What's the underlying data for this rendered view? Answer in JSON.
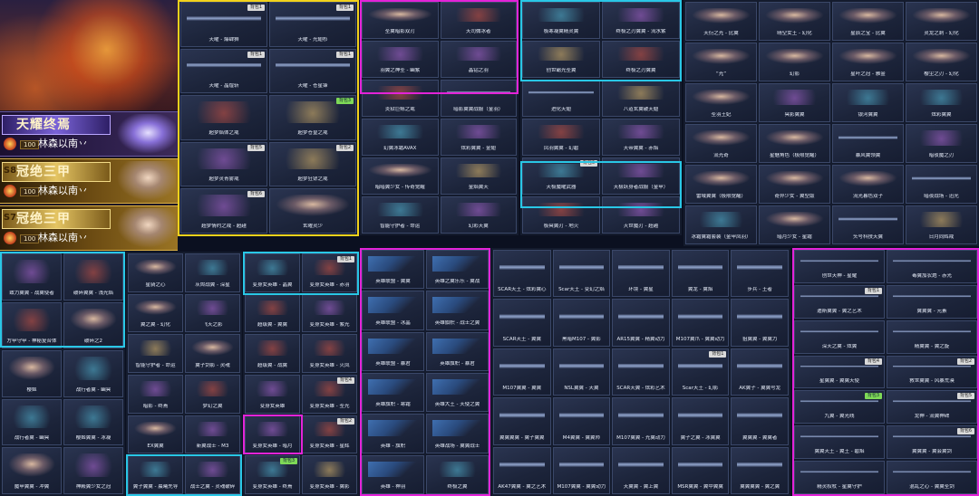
{
  "promo": {
    "ranks": [
      {
        "title": "天耀终焉",
        "seal": "",
        "level": "100",
        "player": "林森以南丷",
        "theme": "purple"
      },
      {
        "title": "冠绝三甲",
        "seal": "S8",
        "level": "100",
        "player": "林森以南丷",
        "theme": "gold"
      },
      {
        "title": "冠绝三甲",
        "seal": "S7",
        "level": "100",
        "player": "林森以南丷",
        "theme": "gold"
      }
    ]
  },
  "panelA": {
    "items": [
      {
        "name": "天曜 - 爆肆狮",
        "badge": "背包1",
        "style": "gun"
      },
      {
        "name": "天曜 - 光翅杉",
        "badge": "背包1",
        "style": "gun"
      },
      {
        "name": "天曜 - 晶煌斩",
        "badge": "背包1",
        "style": "gun"
      },
      {
        "name": "天曜 - 苍星锋",
        "badge": "背包1",
        "style": "gun"
      },
      {
        "name": "超梦焰体之戒",
        "badge": "",
        "style": "red"
      },
      {
        "name": "超梦苍皇之戒",
        "badge": "背包3",
        "style": "gold"
      },
      {
        "name": "超梦灵青雾戒",
        "badge": "背包5",
        "style": "purple"
      },
      {
        "name": "超梦狂铩之戒",
        "badge": "背包2",
        "style": "gold"
      },
      {
        "name": "超梦情约之戒 - 超越",
        "badge": "背包6",
        "style": "purple"
      },
      {
        "name": "玄曜灵少",
        "badge": "",
        "style": "portrait"
      }
    ]
  },
  "panelB": {
    "items": [
      {
        "name": "圣翼暗影双刃",
        "badge": "",
        "style": "portrait"
      },
      {
        "name": "天司微冰者",
        "badge": "",
        "style": "red"
      },
      {
        "name": "羽翼之神圣 - 幽紫",
        "badge": "",
        "style": "purple"
      },
      {
        "name": "晶钻之羽",
        "badge": "",
        "style": "purple"
      },
      {
        "name": "炎狱巨鲸之戒",
        "badge": "",
        "style": "red"
      },
      {
        "name": "暗影翼翼战服（金羽）",
        "badge": "",
        "style": "gun"
      },
      {
        "name": "幻翼冰霜AVAX",
        "badge": "",
        "style": "cyan"
      },
      {
        "name": "炫彩翼翼 - 金翅",
        "badge": "",
        "style": "purple"
      },
      {
        "name": "暗暗翼少女 - 传奇觉醒",
        "badge": "",
        "style": "portrait"
      },
      {
        "name": "金焰翼天",
        "badge": "",
        "style": "gold"
      },
      {
        "name": "智能守护者 - 命运",
        "badge": "",
        "style": "cyan"
      },
      {
        "name": "幻彩天翼",
        "badge": "",
        "style": "purple"
      }
    ]
  },
  "panelC": {
    "items": [
      {
        "name": "极寒凝翼精灵翼",
        "badge": "",
        "style": "cyan"
      },
      {
        "name": "终极之刃翼翼 - 流水紫",
        "badge": "",
        "style": "purple"
      },
      {
        "name": "创世霸光圣翼",
        "badge": "",
        "style": "gold"
      },
      {
        "name": "终极之刃翼翼",
        "badge": "",
        "style": "red"
      },
      {
        "name": "进化天翅",
        "badge": "",
        "style": "gun"
      },
      {
        "name": "八道玄翼破天翅",
        "badge": "",
        "style": "gold"
      },
      {
        "name": "凤羽翼翼 - 幻碧",
        "badge": "",
        "style": "red"
      },
      {
        "name": "天帝翼翼 - 赤焰",
        "badge": "",
        "style": "purple"
      },
      {
        "name": "天极魔曜武器",
        "badge": "背包6",
        "style": "cyan"
      },
      {
        "name": "天极跃身者战服（金甲）",
        "badge": "",
        "style": "purple"
      },
      {
        "name": "极冥翼刃 - 地火",
        "badge": "",
        "style": "red"
      },
      {
        "name": "灭世魔刃 - 超越",
        "badge": "",
        "style": "purple"
      }
    ]
  },
  "panelD": {
    "items": [
      {
        "name": "天衍之光 - 比翼",
        "badge": "",
        "style": "portrait"
      },
      {
        "name": "晴空女王 - 幻化",
        "badge": "",
        "style": "portrait"
      },
      {
        "name": "星辰之宝 - 比翼",
        "badge": "",
        "style": "portrait"
      },
      {
        "name": "灵龙之刺 - 幻化",
        "badge": "",
        "style": "portrait"
      },
      {
        "name": "“光”",
        "badge": "",
        "style": "portrait"
      },
      {
        "name": "幻影",
        "badge": "",
        "style": "portrait"
      },
      {
        "name": "星叶之冠 - 雅金",
        "badge": "",
        "style": "portrait"
      },
      {
        "name": "樱尘之刃 - 幻化",
        "badge": "",
        "style": "portrait"
      },
      {
        "name": "圣羽王妃",
        "badge": "",
        "style": "portrait"
      },
      {
        "name": "冥影翼翼",
        "badge": "",
        "style": "purple"
      },
      {
        "name": "银河翼翼",
        "badge": "",
        "style": "cyan"
      },
      {
        "name": "炫彩翼翼",
        "badge": "",
        "style": "cyan"
      },
      {
        "name": "流光奇",
        "badge": "",
        "style": "portrait"
      },
      {
        "name": "星魅角色（极限觉醒）",
        "badge": "",
        "style": "portrait"
      },
      {
        "name": "暴风翼领翼",
        "badge": "",
        "style": "gun"
      },
      {
        "name": "暗夜魔之刃",
        "badge": "",
        "style": "purple"
      },
      {
        "name": "雷域翼翼（极限觉醒）",
        "badge": "",
        "style": "portrait"
      },
      {
        "name": "奇异少女 - 翼型版",
        "badge": "",
        "style": "portrait"
      },
      {
        "name": "流光暮色双子",
        "badge": "",
        "style": "portrait"
      },
      {
        "name": "暗夜战场 - 迅光",
        "badge": "",
        "style": "gun"
      },
      {
        "name": "冰霜翼霜套装（金甲凤羽）",
        "badge": "",
        "style": "cyan"
      },
      {
        "name": "暗月少女 - 星霜",
        "badge": "",
        "style": "portrait"
      },
      {
        "name": "头号科技天翼",
        "badge": "",
        "style": "gun"
      },
      {
        "name": "日月同辉戒",
        "badge": "",
        "style": "gold"
      }
    ]
  },
  "panelE": {
    "items": [
      {
        "name": "致力翼翼 - 战翼使者",
        "badge": "",
        "style": "purple"
      },
      {
        "name": "破碎翼翼 - 浅光焰",
        "badge": "",
        "style": "red"
      },
      {
        "name": "方甲守甲 - 神秘复合体",
        "badge": "",
        "style": "red"
      },
      {
        "name": "破碎之2",
        "badge": "",
        "style": "portrait"
      },
      {
        "name": "樱姬",
        "badge": "",
        "style": "portrait"
      },
      {
        "name": "战行者翼 - 幽冥",
        "badge": "",
        "style": "cyan"
      },
      {
        "name": "战行者翼 - 幽冥",
        "badge": "",
        "style": "cyan"
      },
      {
        "name": "樱姬翼翼 - 冰凝",
        "badge": "",
        "style": "cyan"
      },
      {
        "name": "魔甲翼翼 - 冲翼",
        "badge": "",
        "style": "portrait"
      },
      {
        "name": "神殿翼少女之冠",
        "badge": "",
        "style": "purple"
      }
    ]
  },
  "panelF": {
    "items": [
      {
        "name": "星骑之心",
        "badge": "",
        "style": "portrait"
      },
      {
        "name": "灰烬战翼 - 深星",
        "badge": "",
        "style": "cyan"
      },
      {
        "name": "翼之翼 - 幻化",
        "badge": "",
        "style": "portrait"
      },
      {
        "name": "飞天之影",
        "badge": "",
        "style": "purple"
      },
      {
        "name": "智能守护者 - 命运",
        "badge": "",
        "style": "gold"
      },
      {
        "name": "翼子剑影 - 灵魂",
        "badge": "",
        "style": "portrait"
      },
      {
        "name": "暗影 - 终焉",
        "badge": "",
        "style": "purple"
      },
      {
        "name": "梦幻之翼",
        "badge": "",
        "style": "red"
      },
      {
        "name": "EX翼翼",
        "badge": "",
        "style": "portrait"
      },
      {
        "name": "新翼战士 - M3",
        "badge": "",
        "style": "purple"
      },
      {
        "name": "翼子翼翼 - 晨曦先导",
        "badge": "",
        "style": "cyan"
      },
      {
        "name": "战士之翼 - 灵魂破碎",
        "badge": "",
        "style": "purple"
      }
    ]
  },
  "panelG": {
    "items": [
      {
        "name": "变身女英雄 - 晶翼",
        "badge": "",
        "style": "cyan"
      },
      {
        "name": "变身女英雄 - 赤羽",
        "badge": "背包1",
        "style": "red"
      },
      {
        "name": "超级翼 - 翼翼",
        "badge": "",
        "style": "red"
      },
      {
        "name": "变身女英雄 - 紫光",
        "badge": "",
        "style": "purple"
      },
      {
        "name": "超级翼 - 战翼",
        "badge": "",
        "style": "red"
      },
      {
        "name": "变身女英雄 - 火凤",
        "badge": "",
        "style": "red"
      },
      {
        "name": "变身女英雄",
        "badge": "",
        "style": "purple"
      },
      {
        "name": "变身女英雄 - 圣光",
        "badge": "背包4",
        "style": "red"
      },
      {
        "name": "变身女英雄 - 暗月",
        "badge": "",
        "style": "purple"
      },
      {
        "name": "变身女英雄 - 星辉",
        "badge": "背包2",
        "style": "red"
      },
      {
        "name": "变身女英雄 - 终焉",
        "badge": "背包3",
        "style": "cyan"
      },
      {
        "name": "变身女英雄 - 翼影",
        "badge": "",
        "style": "gold"
      }
    ]
  },
  "panelH": {
    "items": [
      {
        "name": "英雄联盟 - 翼翼",
        "badge": "",
        "style": "hero"
      },
      {
        "name": "英雄之翼乐乐 - 翼战",
        "badge": "",
        "style": "hero"
      },
      {
        "name": "英雄联盟 - 冰晶",
        "badge": "",
        "style": "hero"
      },
      {
        "name": "英雄旗帜 - 战士之翼",
        "badge": "",
        "style": "hero"
      },
      {
        "name": "英雄联盟 - 暴君",
        "badge": "",
        "style": "hero"
      },
      {
        "name": "英雄旗帜 - 暴君",
        "badge": "",
        "style": "hero"
      },
      {
        "name": "英雄旗帜 - 寒霜",
        "badge": "",
        "style": "hero"
      },
      {
        "name": "英雄大王 - 天使之翼",
        "badge": "",
        "style": "hero"
      },
      {
        "name": "英雄 - 旗帜",
        "badge": "",
        "style": "hero"
      },
      {
        "name": "英雄战场 - 翼翼战士",
        "badge": "",
        "style": "hero"
      },
      {
        "name": "英雄 - 神羽",
        "badge": "",
        "style": "hero"
      },
      {
        "name": "终极之翼",
        "badge": "",
        "style": "cyan"
      }
    ]
  },
  "panelI": {
    "items": [
      {
        "name": "SCAR天王 - 炫彩翼心",
        "badge": "",
        "style": "gun"
      },
      {
        "name": "Scar天王 - 变幻之焰",
        "badge": "",
        "style": "gun"
      },
      {
        "name": "环境 - 翼星",
        "badge": "",
        "style": "gun"
      },
      {
        "name": "翼龙 - 翼焰",
        "badge": "",
        "style": "gun"
      },
      {
        "name": "步兵 - 王者",
        "badge": "",
        "style": "gun"
      },
      {
        "name": "SCAR天王 - 翼翼",
        "badge": "",
        "style": "gun"
      },
      {
        "name": "黑暗M107 - 翼影",
        "badge": "",
        "style": "gun"
      },
      {
        "name": "AR15翼翼 - 精翼动力",
        "badge": "",
        "style": "gun"
      },
      {
        "name": "M107翼爪 - 翼翼动力",
        "badge": "",
        "style": "gun"
      },
      {
        "name": "狙翼翼 - 翼翼力",
        "badge": "",
        "style": "gun"
      },
      {
        "name": "M107翼翼 - 翼翼",
        "badge": "",
        "style": "gun"
      },
      {
        "name": "NSL翼翼 - 天翼",
        "badge": "",
        "style": "gun"
      },
      {
        "name": "SCAR天翼 - 炫彩艺术",
        "badge": "",
        "style": "gun"
      },
      {
        "name": "Scar天王 - 幻影",
        "badge": "背包1",
        "style": "gun"
      },
      {
        "name": "AK翼子 - 翼翼号龙",
        "badge": "",
        "style": "gun"
      },
      {
        "name": "翼翼翼翼 - 翼子翼翼",
        "badge": "",
        "style": "gun"
      },
      {
        "name": "M4翼翼 - 翼翼师",
        "badge": "",
        "style": "gun"
      },
      {
        "name": "M107翼翼 - 光翼动力",
        "badge": "",
        "style": "gun"
      },
      {
        "name": "翼子之翼 - 冰翼翼",
        "badge": "",
        "style": "gun"
      },
      {
        "name": "翼翼翼 - 翼翼者",
        "badge": "",
        "style": "gun"
      },
      {
        "name": "AK47翼翼 - 翼之艺术",
        "badge": "",
        "style": "gun"
      },
      {
        "name": "M107翼翼 - 翼翼动力",
        "badge": "",
        "style": "gun"
      },
      {
        "name": "天翼翼 - 翼上翼",
        "badge": "",
        "style": "gun"
      },
      {
        "name": "MSR翼翼 - 翼中翼翼",
        "badge": "",
        "style": "gun"
      },
      {
        "name": "翼翼翼翼 - 翼之翼",
        "badge": "",
        "style": "gun"
      }
    ]
  },
  "panelJ": {
    "items": [
      {
        "name": "创世天神 - 星耀",
        "badge": "",
        "style": "gun"
      },
      {
        "name": "毒翼加农炮 - 赤光",
        "badge": "",
        "style": "gun"
      },
      {
        "name": "迪斯翼翼 - 翼之艺术",
        "badge": "背包1",
        "style": "gun"
      },
      {
        "name": "翼翼翼 - 元素",
        "badge": "",
        "style": "gun"
      },
      {
        "name": "深天之翼 - 炫翼",
        "badge": "",
        "style": "gun"
      },
      {
        "name": "精翼翼 - 翼之旋",
        "badge": "",
        "style": "gun"
      },
      {
        "name": "星翼翼 - 翼翼天使",
        "badge": "背包4",
        "style": "gun"
      },
      {
        "name": "救世翼翼 - 风暴荒漠",
        "badge": "背包2",
        "style": "gun"
      },
      {
        "name": "九翼 - 翼光线",
        "badge": "背包3",
        "style": "gun"
      },
      {
        "name": "龙神 - 流翼神碑",
        "badge": "背包5",
        "style": "gun"
      },
      {
        "name": "翼翼天王 - 翼王 - 碧焰",
        "badge": "",
        "style": "gun"
      },
      {
        "name": "翼翼翼 - 翼会翼剑",
        "badge": "背包6",
        "style": "gun"
      },
      {
        "name": "精灵权杖 - 星翼守护",
        "badge": "",
        "style": "gun"
      },
      {
        "name": "混乱之心 - 翼翼圣剑",
        "badge": "",
        "style": "gun"
      }
    ]
  }
}
